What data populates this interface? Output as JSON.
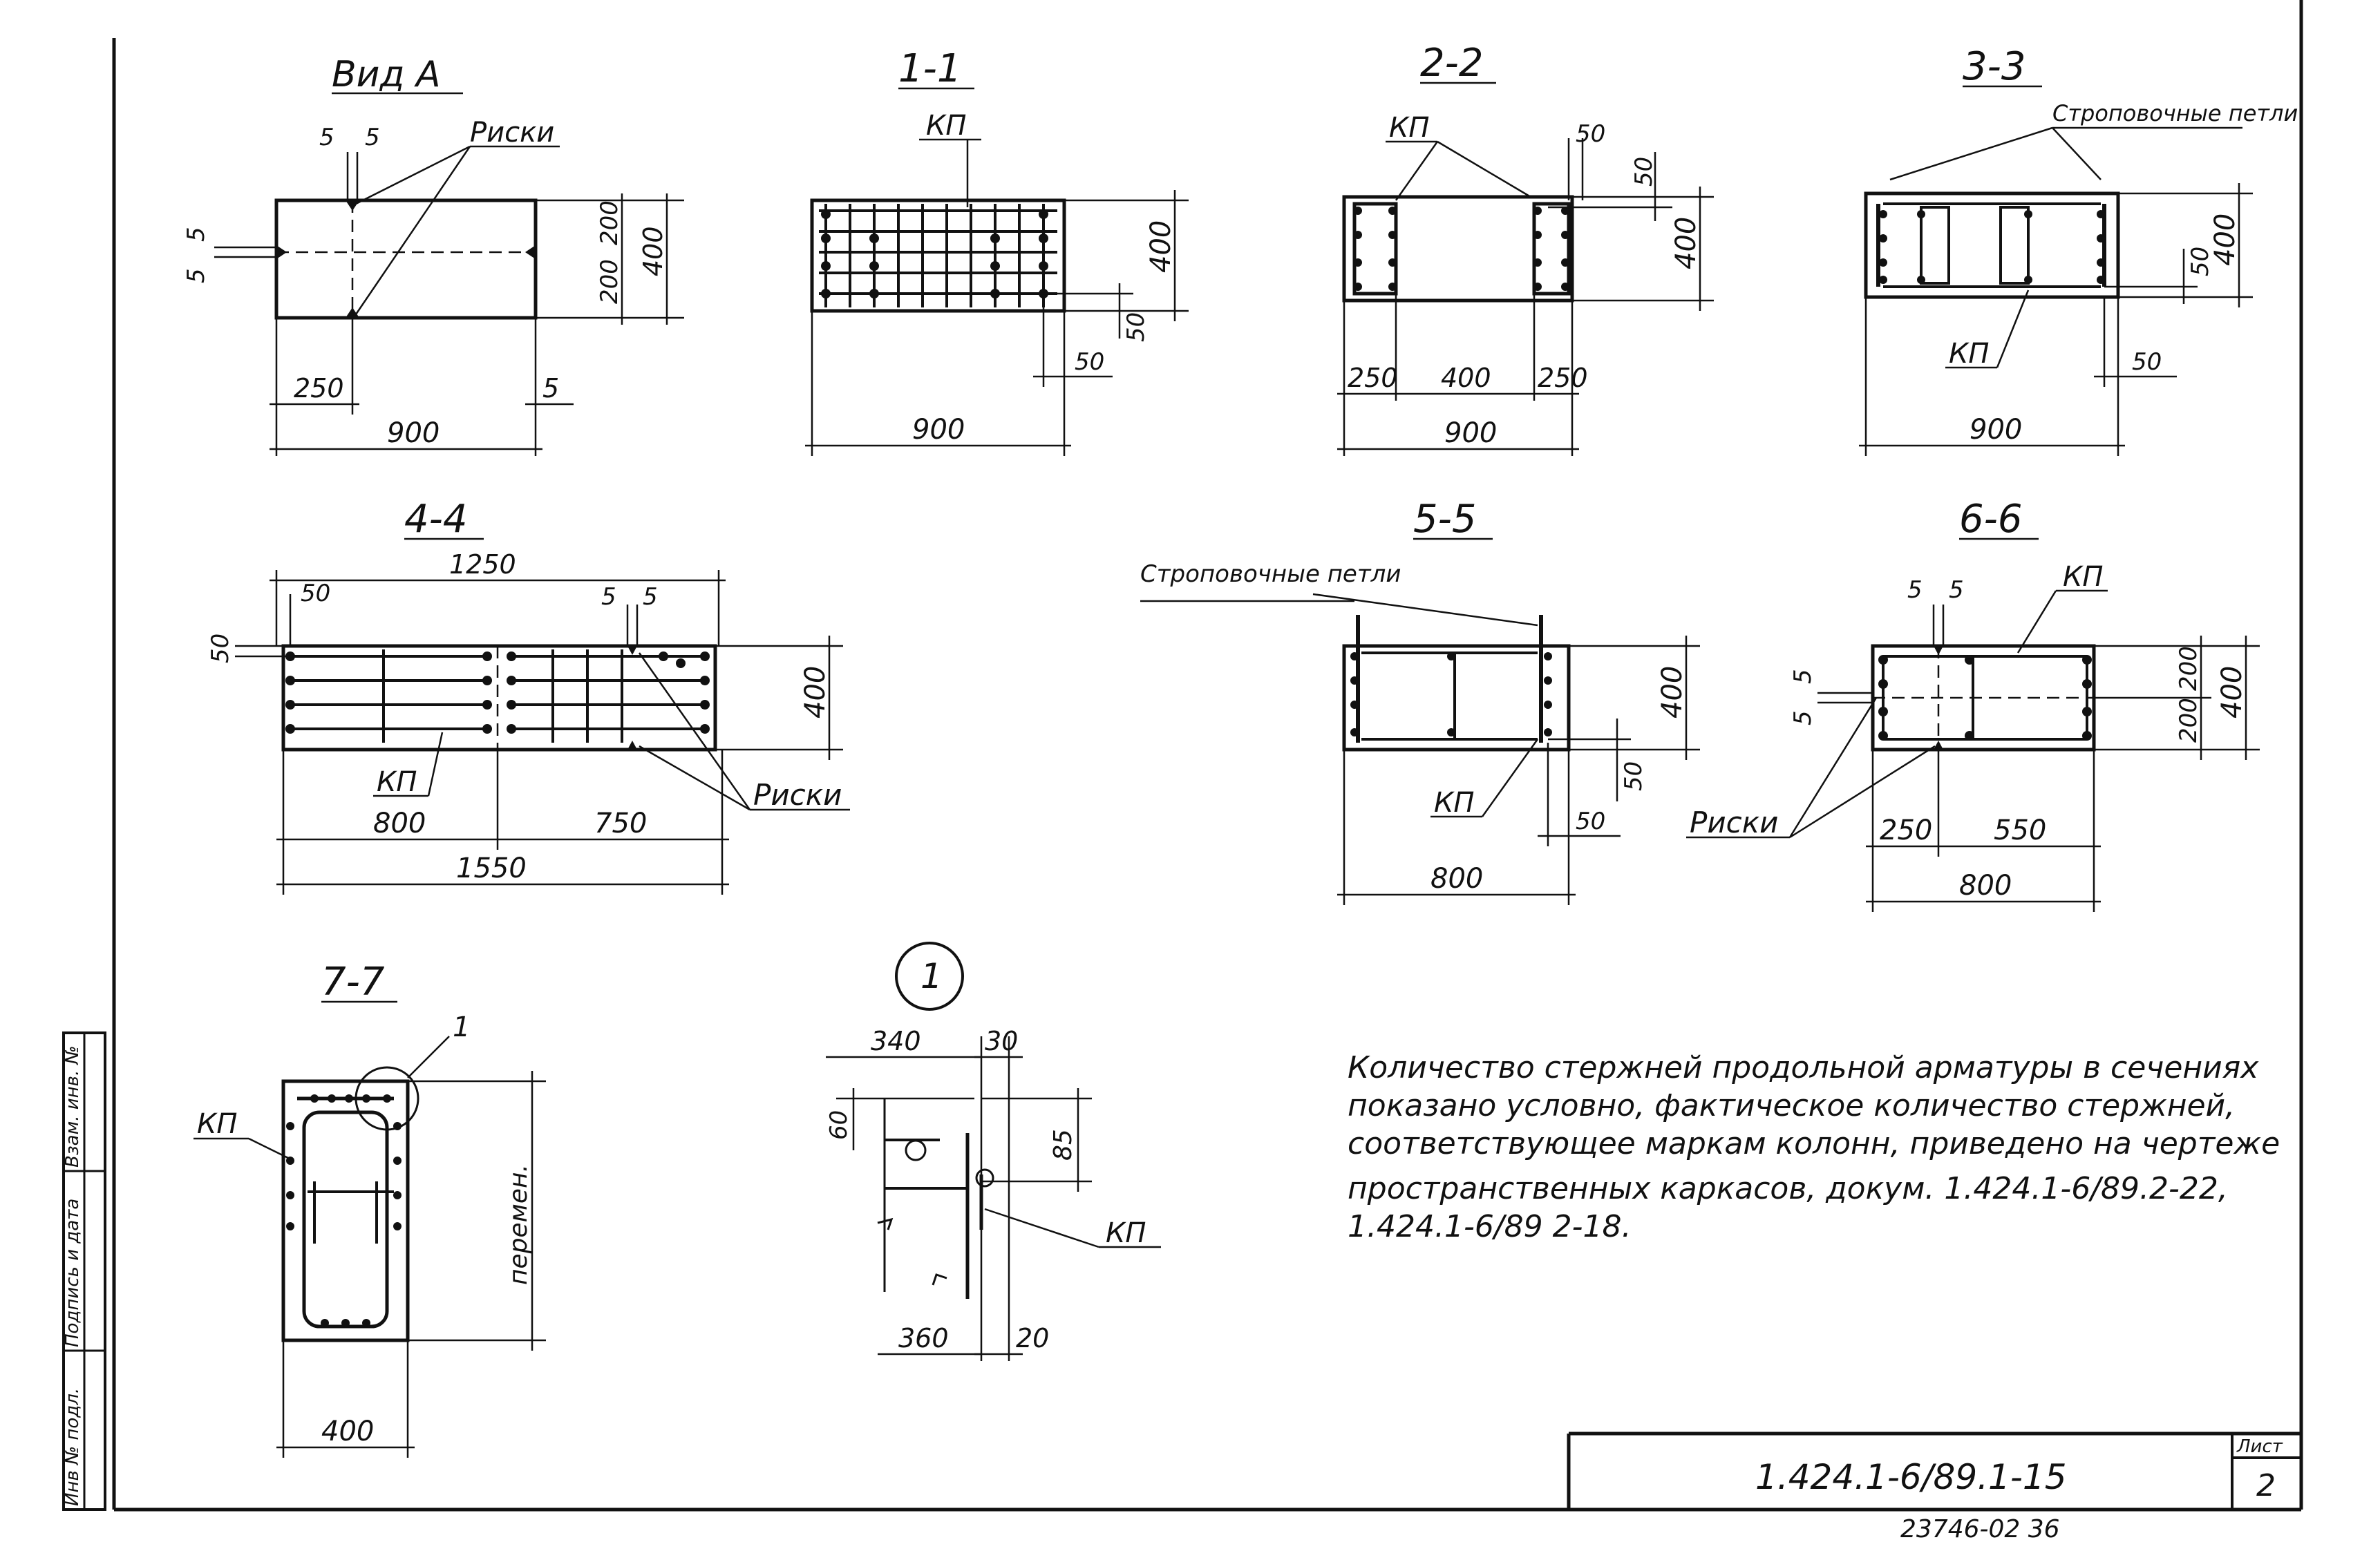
{
  "sections": {
    "vid_a": {
      "title": "Вид А",
      "label_riski": "Риски",
      "d5a": "5",
      "d5b": "5",
      "d5c": "5",
      "d5d": "5",
      "d200a": "200",
      "d200b": "200",
      "d400": "400",
      "d250": "250",
      "d5e": "5",
      "d900": "900"
    },
    "s11": {
      "title": "1-1",
      "kp": "КП",
      "d400": "400",
      "d50a": "50",
      "d50b": "50",
      "d900": "900"
    },
    "s22": {
      "title": "2-2",
      "kp": "КП",
      "d50a": "50",
      "d50b": "50",
      "d400": "400",
      "d250a": "250",
      "d400w": "400",
      "d250b": "250",
      "d900": "900"
    },
    "s33": {
      "title": "3-3",
      "loops": "Строповочные петли",
      "d400": "400",
      "d50a": "50",
      "kp": "КП",
      "d50b": "50",
      "d900": "900"
    },
    "s44": {
      "title": "4-4",
      "d1250": "1250",
      "d50a": "50",
      "d5a": "5",
      "d5b": "5",
      "d50b": "50",
      "d400": "400",
      "kp": "КП",
      "riski": "Риски",
      "d800": "800",
      "d750": "750",
      "d1550": "1550"
    },
    "s55": {
      "title": "5-5",
      "loops": "Строповочные петли",
      "d400": "400",
      "d50a": "50",
      "kp": "КП",
      "d50b": "50",
      "d800": "800"
    },
    "s66": {
      "title": "6-6",
      "d5a": "5",
      "d5b": "5",
      "kp": "КП",
      "d5c": "5",
      "d5d": "5",
      "d200a": "200",
      "d200b": "200",
      "d400": "400",
      "riski": "Риски",
      "d250": "250",
      "d550": "550",
      "d800": "800"
    },
    "s77": {
      "title": "7-7",
      "callout": "1",
      "kp": "КП",
      "var": "перемен.",
      "d400": "400"
    },
    "det1": {
      "title": "1",
      "d340": "340",
      "d30": "30",
      "d60": "60",
      "d85": "85",
      "kp": "КП",
      "d360": "360",
      "d20": "20"
    }
  },
  "note": {
    "lines": [
      "Количество стержней продольной арматуры в сечениях",
      "показано условно, фактическое количество стержней,",
      "соответствующее маркам колонн, приведено на чертеже",
      "пространственных каркасов, докум. 1.424.1-6/89.2-22,",
      "1.424.1-6/89 2-18."
    ]
  },
  "title_block": {
    "doc": "1.424.1-6/89.1-15",
    "sheet_label": "Лист",
    "sheet_no": "2",
    "footer": "23746-02   36"
  },
  "side_stamp": {
    "a": "Инв № подл.",
    "b": "Подпись и дата",
    "c": "Взам. инв. №"
  }
}
